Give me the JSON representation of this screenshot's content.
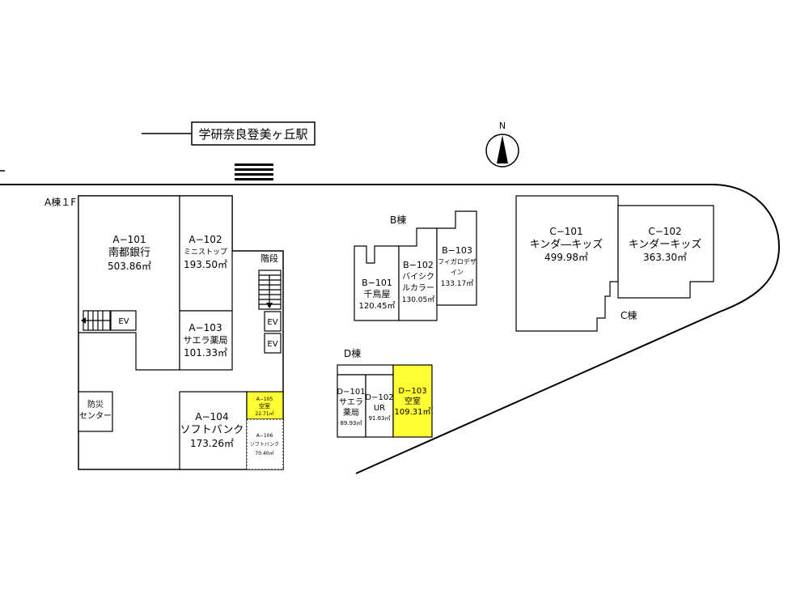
{
  "station": {
    "name": "学研奈良登美ヶ丘駅"
  },
  "compass": {
    "label": "N"
  },
  "colors": {
    "line": "#000000",
    "vacant": "#ffff33",
    "background": "#ffffff"
  },
  "building_a": {
    "label": "A棟１F",
    "units": [
      {
        "id": "A−101",
        "tenant": "南都銀行",
        "area": "503.86㎡"
      },
      {
        "id": "A−102",
        "tenant": "ミニストップ",
        "area": "193.50㎡"
      },
      {
        "id": "A−103",
        "tenant": "サエラ薬局",
        "area": "101.33㎡"
      },
      {
        "id": "A−104",
        "tenant": "ソフトバンク",
        "area": "173.26㎡"
      },
      {
        "id": "A−105",
        "tenant": "空室",
        "area": "22.71㎡",
        "vacant": true
      },
      {
        "id": "A−106",
        "tenant": "ソフトバンク",
        "area": "70.40㎡"
      }
    ],
    "stairs_label": "階段",
    "ev_label": "EV",
    "disaster_center": [
      "防災",
      "センター"
    ]
  },
  "building_b": {
    "label": "B棟",
    "units": [
      {
        "id": "B−101",
        "tenant": "千鳥屋",
        "area": "120.45㎡"
      },
      {
        "id": "B−102",
        "tenant_lines": [
          "バイシク",
          "ルカラー"
        ],
        "area": "130.05㎡"
      },
      {
        "id": "B−103",
        "tenant_lines": [
          "フィガロデザ",
          "イン"
        ],
        "area": "133.17㎡"
      }
    ]
  },
  "building_c": {
    "label": "C棟",
    "units": [
      {
        "id": "C−101",
        "tenant": "キンダ―キッズ",
        "area": "499.98㎡"
      },
      {
        "id": "C−102",
        "tenant": "キンダーキッズ",
        "area": "363.30㎡"
      }
    ]
  },
  "building_d": {
    "label": "D棟",
    "units": [
      {
        "id": "D−101",
        "tenant_lines": [
          "サエラ",
          "薬局"
        ],
        "area": "89.93㎡"
      },
      {
        "id": "D−102",
        "tenant": "UR",
        "area": "91.63㎡"
      },
      {
        "id": "D−103",
        "tenant": "空室",
        "area": "109.31㎡",
        "vacant": true
      }
    ]
  }
}
